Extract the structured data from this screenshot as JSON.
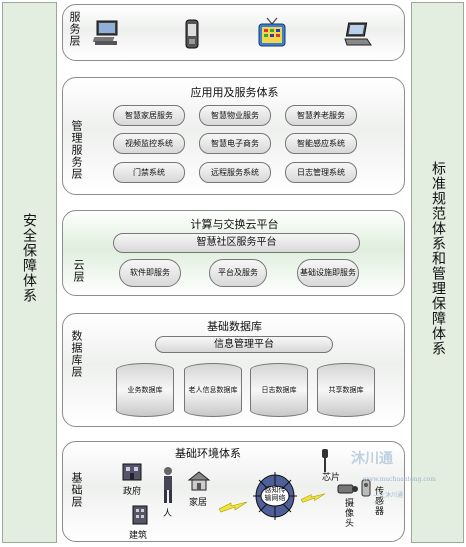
{
  "left_pillar": "安全保障体系",
  "right_pillar": "标准规范体系和管理保障体系",
  "service_layer": {
    "label": "服务层"
  },
  "mgmt_layer": {
    "label": "管理服务层",
    "title": "应用用及服务体系",
    "items": [
      "智慧家居服务",
      "智慧物业服务",
      "智慧养老服务",
      "视频监控系统",
      "智慧电子商务",
      "智能感应系统",
      "门禁系统",
      "远程服务系统",
      "日志管理系统"
    ]
  },
  "cloud_layer": {
    "label": "云层",
    "title": "计算与交换云平台",
    "platform": "智慧社区服务平台",
    "items": [
      "软件即服务",
      "平台及服务",
      "基础设施即服务"
    ]
  },
  "db_layer": {
    "label": "数据库层",
    "title": "基础数据库",
    "platform": "信息管理平台",
    "dbs": [
      "业务数据库",
      "老人信息数据库",
      "日志数据库",
      "共享数据库"
    ]
  },
  "env_layer": {
    "label": "基础层",
    "title": "基础环境体系",
    "nodes": {
      "gov": "政府",
      "person": "人",
      "home": "家居",
      "building": "建筑",
      "network": "感知传输网络",
      "chip": "芯片",
      "camera": "摄像头",
      "sensor": "传感器"
    }
  },
  "watermark": {
    "text": "沐川通",
    "url": "www.muchuantong.com",
    "tagline": "—让沐川通—"
  }
}
